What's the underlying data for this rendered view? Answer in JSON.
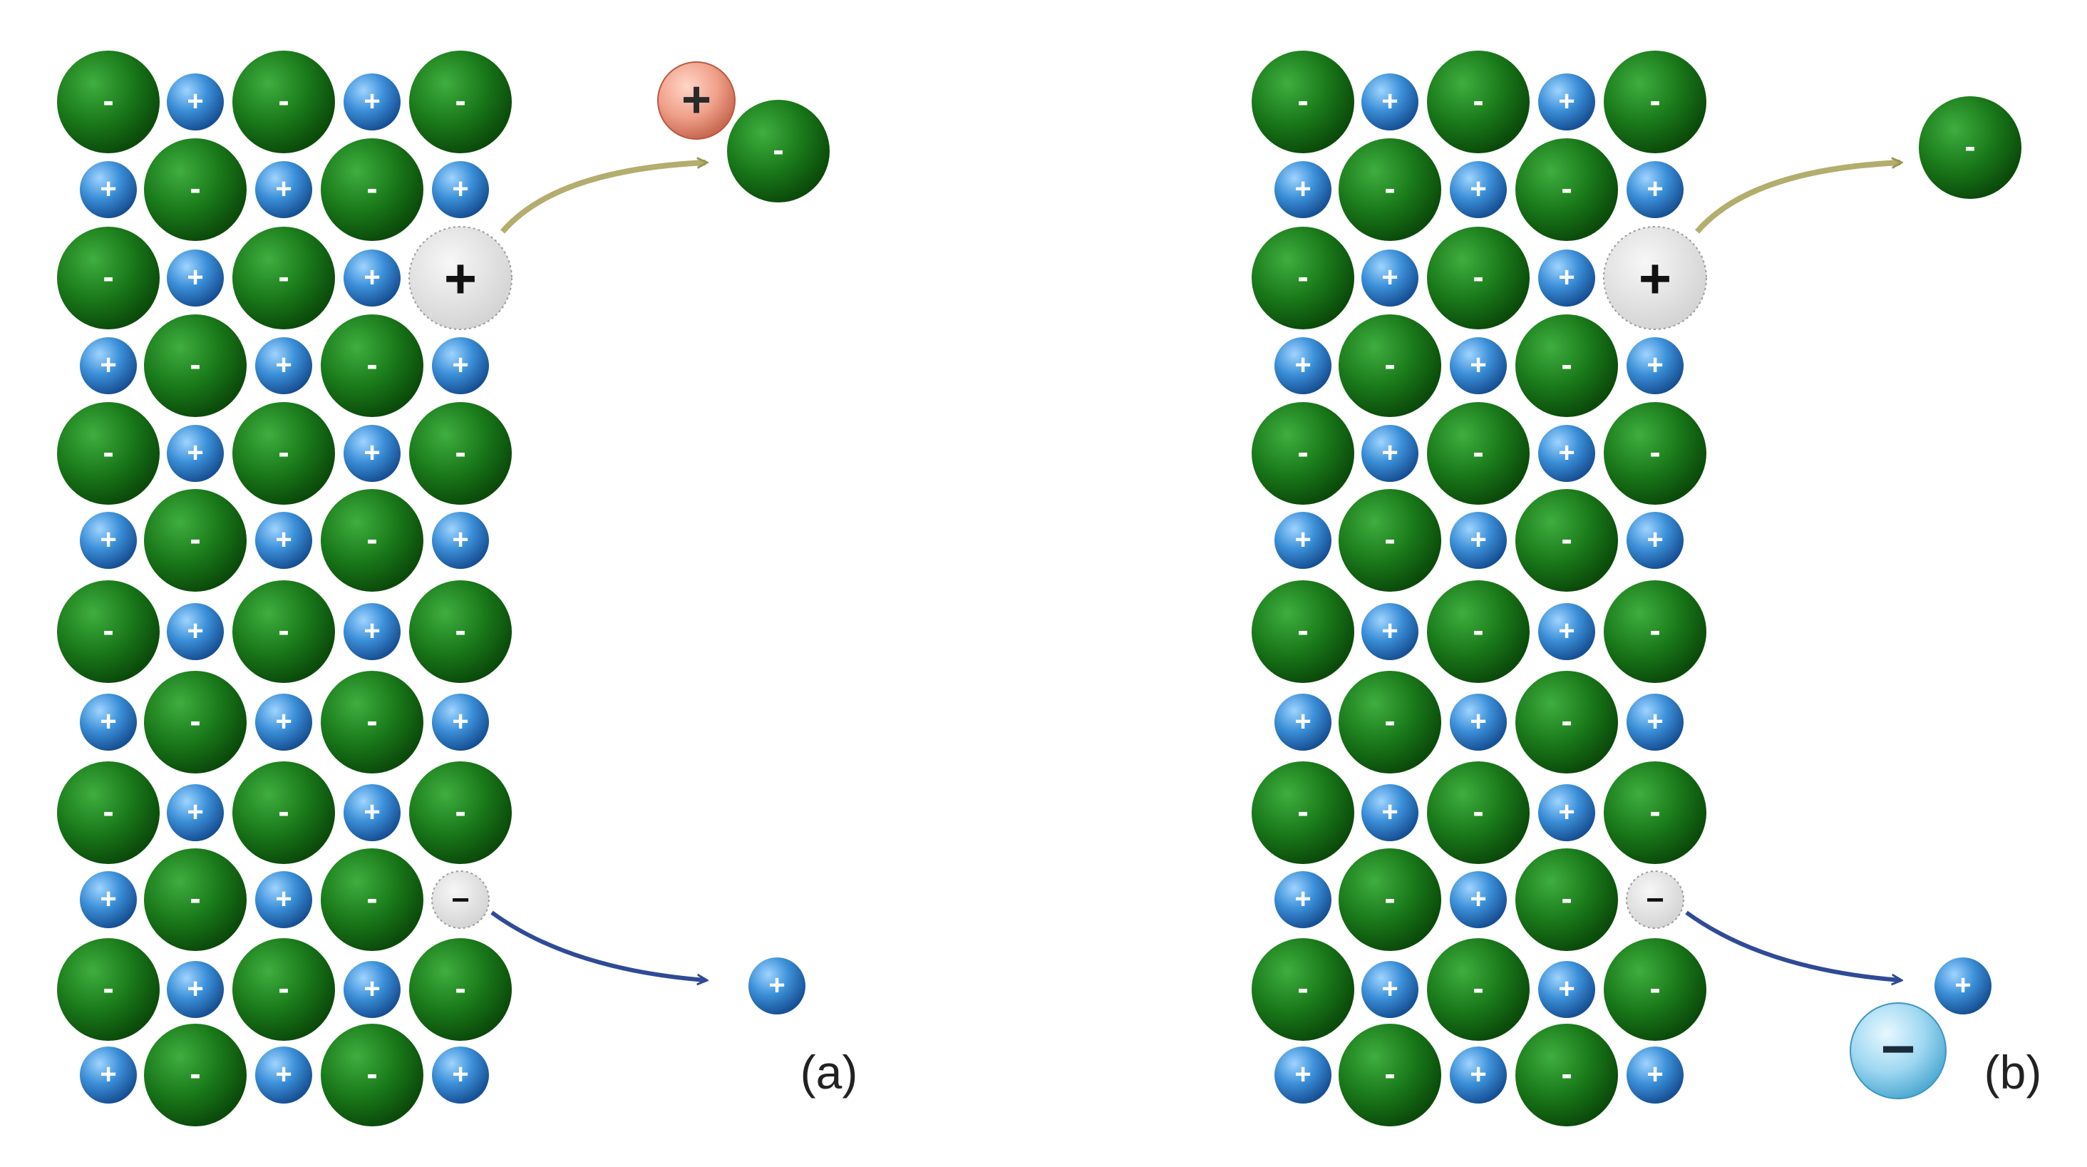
{
  "figure": {
    "background": "#ffffff",
    "colors": {
      "anion_fill": "#1a7a1a",
      "anion_label": "#ffffff",
      "cation_fill": "#3b8fd8",
      "cation_label": "#ffffff",
      "vacancy_fill": "#e6e6e6",
      "vacancy_stroke": "#9a9a9a",
      "vacancy_label": "#111111",
      "interstitial_cation_fill": "#f0a08a",
      "interstitial_anion_fill": "#9fd8f2",
      "arrow_a_top": "#b3ad6e",
      "arrow_bottom": "#2f4a96"
    },
    "symbols": {
      "anion": "-",
      "cation": "+",
      "vacancy_cation": "+",
      "vacancy_anion": "−",
      "interstitial_cation": "+",
      "interstitial_anion": "−"
    },
    "panels": [
      {
        "label": "(a)",
        "icon": "schottky-defect-diagram"
      },
      {
        "label": "(b)",
        "icon": "frenkel-defect-diagram"
      }
    ]
  }
}
